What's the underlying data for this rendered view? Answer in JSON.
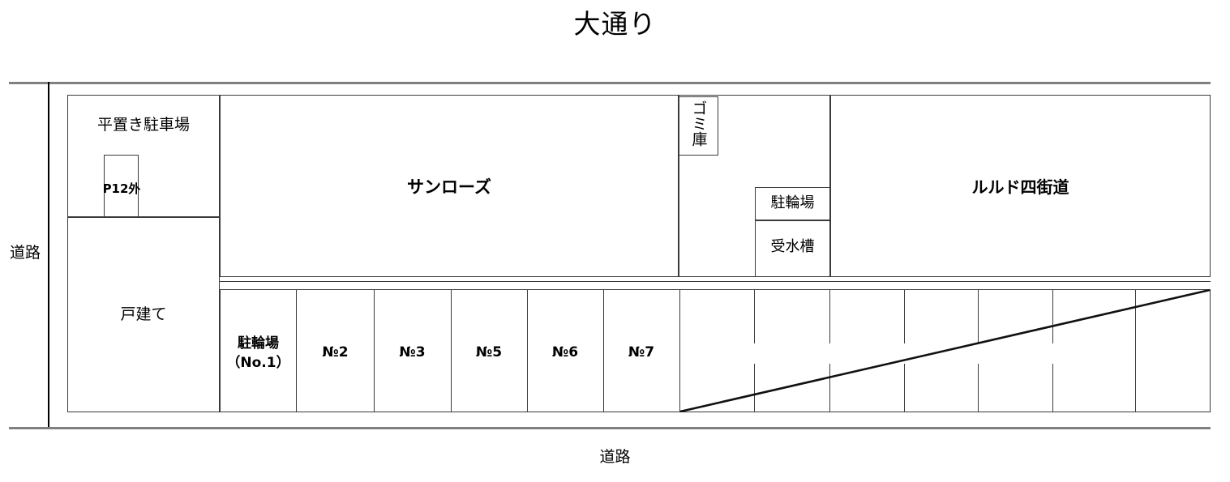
{
  "title": "大通り",
  "roads": {
    "top_label": "大通り",
    "left_label": "道路",
    "bottom_label": "道路"
  },
  "blocks": {
    "flat_parking": "平置き駐車場",
    "p12_outside": "P12外",
    "detached_house": "戸建て",
    "sunrose": "サンローズ",
    "gomi": "ゴミ庫",
    "bicycle_parking_upper": "駐輪場",
    "water_tank": "受水槽",
    "lourdes": "ルルド四街道"
  },
  "parking_stalls": [
    {
      "label": "駐輪場\n（No.1）",
      "bold": true
    },
    {
      "label": "№2",
      "bold": true
    },
    {
      "label": "№3",
      "bold": true
    },
    {
      "label": "№5",
      "bold": true
    },
    {
      "label": "№6",
      "bold": true
    },
    {
      "label": "№7",
      "bold": true
    }
  ],
  "colors": {
    "stroke": "#3a3a3a",
    "road": "#808080",
    "text": "#000000",
    "background": "#ffffff"
  }
}
